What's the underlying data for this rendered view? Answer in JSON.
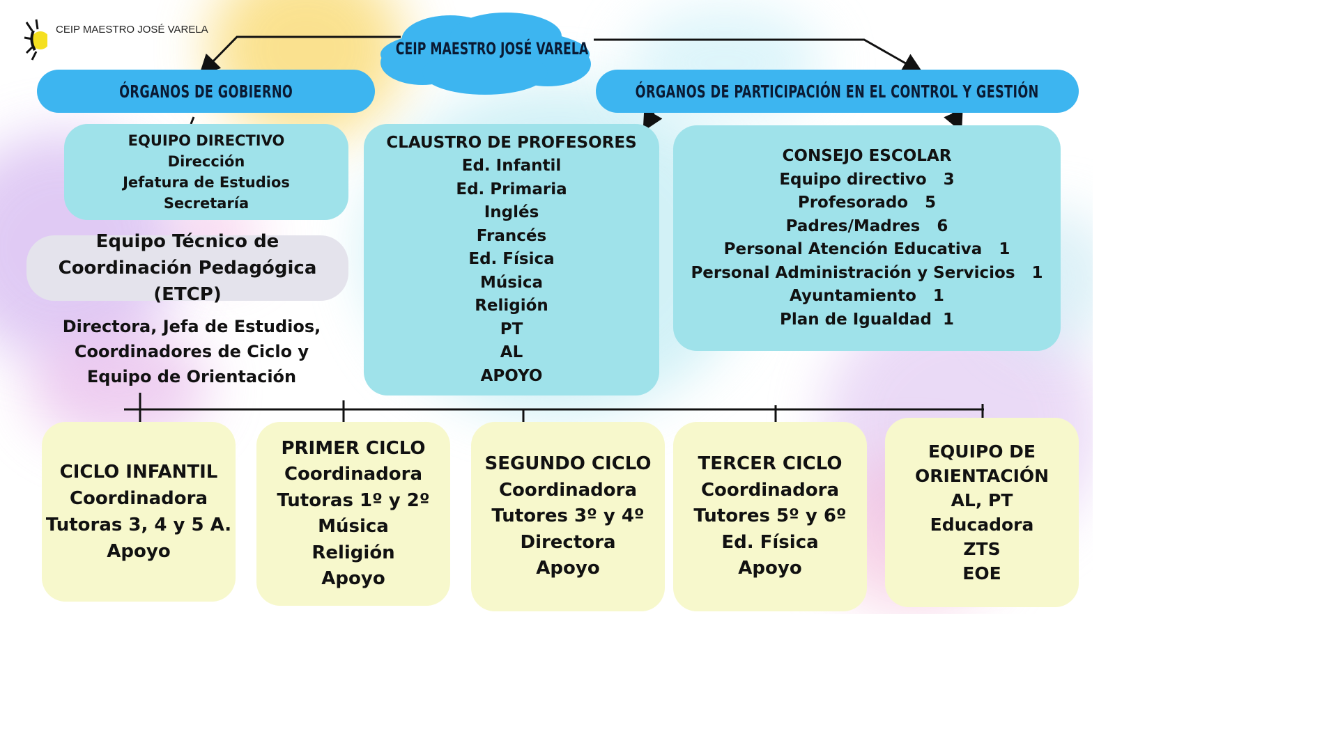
{
  "logo_text": "CEIP MAESTRO JOSÉ VARELA",
  "root_title": "CEIP MAESTRO JOSÉ VARELA",
  "organos_gobierno": "ÓRGANOS DE GOBIERNO",
  "organos_participacion": "ÓRGANOS DE PARTICIPACIÓN EN EL CONTROL Y GESTIÓN",
  "equipo_directivo": [
    "EQUIPO DIRECTIVO",
    "Dirección",
    "Jefatura de Estudios",
    "Secretaría"
  ],
  "etcp_title": [
    "Equipo Técnico de",
    "Coordinación Pedagógica (ETCP)"
  ],
  "etcp_members": [
    "Directora, Jefa de Estudios,",
    "Coordinadores de Ciclo y",
    "Equipo de Orientación"
  ],
  "claustro": [
    "CLAUSTRO DE PROFESORES",
    "Ed. Infantil",
    "Ed. Primaria",
    "Inglés",
    "Francés",
    "Ed. Física",
    "Música",
    "Religión",
    "PT",
    "AL",
    "APOYO"
  ],
  "consejo": [
    "CONSEJO ESCOLAR",
    "Equipo directivo   3",
    "Profesorado   5",
    "Padres/Madres   6",
    "Personal Atención Educativa   1",
    "Personal Administración y Servicios   1",
    "Ayuntamiento   1",
    "Plan de Igualdad  1"
  ],
  "ciclos": [
    [
      "CICLO INFANTIL",
      "Coordinadora",
      "Tutoras 3, 4 y 5 A.",
      "Apoyo"
    ],
    [
      "PRIMER CICLO",
      "Coordinadora",
      "Tutoras 1º y 2º",
      "Música",
      "Religión",
      "Apoyo"
    ],
    [
      "SEGUNDO CICLO",
      "Coordinadora",
      "Tutores 3º y 4º",
      "Directora",
      "Apoyo"
    ],
    [
      "TERCER CICLO",
      "Coordinadora",
      "Tutores 5º y 6º",
      "Ed. Física",
      "Apoyo"
    ],
    [
      "EQUIPO DE",
      "ORIENTACIÓN",
      "AL, PT",
      "Educadora",
      "ZTS",
      "EOE"
    ]
  ],
  "colors": {
    "pill_blue": "#3db5f0",
    "box_cyan": "#9fe2ea",
    "box_cream": "#f7f8cc",
    "box_gray": "#e4e3ec"
  }
}
